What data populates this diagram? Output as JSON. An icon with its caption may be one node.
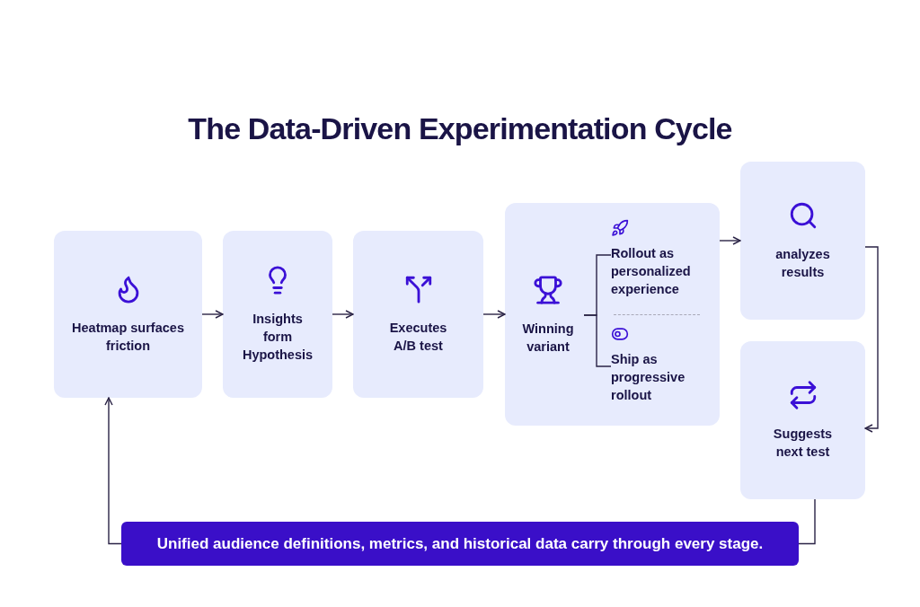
{
  "diagram": {
    "title": "The Data-Driven Experimentation Cycle",
    "nodes": [
      {
        "text": [
          "Heatmap surfaces friction"
        ]
      },
      {
        "text": [
          "Insights form Hypothesis"
        ]
      },
      {
        "text": [
          "Executes A/B test"
        ]
      },
      {
        "text": [],
        "shape": "box"
      },
      {
        "text": [
          "Winning variant"
        ],
        "in": 3
      },
      {
        "text": [
          "Rollout as personalized experience"
        ],
        "in": 3
      },
      {
        "text": [
          "Ship as progressive rollout"
        ],
        "in": 3
      },
      {
        "text": [
          "analyzes results"
        ]
      },
      {
        "text": [
          "Suggests next test"
        ]
      },
      {
        "text": [
          "Unified audience definitions, metrics, and historical data carry through every stage."
        ]
      }
    ],
    "edges": [
      {
        "from": 0,
        "to": 1,
        "arrow": "to"
      },
      {
        "from": 1,
        "to": 2,
        "arrow": "to"
      },
      {
        "from": 2,
        "to": 3,
        "arrow": "to"
      },
      {
        "from": 4,
        "to": 5,
        "arrow": "none"
      },
      {
        "from": 4,
        "to": 6,
        "arrow": "none"
      },
      {
        "from": 3,
        "to": 7,
        "arrow": "to"
      },
      {
        "from": 7,
        "to": 8,
        "arrow": "to"
      },
      {
        "from": 8,
        "to": 9,
        "arrow": "none"
      },
      {
        "from": 9,
        "to": 0,
        "arrow": "to"
      }
    ]
  }
}
